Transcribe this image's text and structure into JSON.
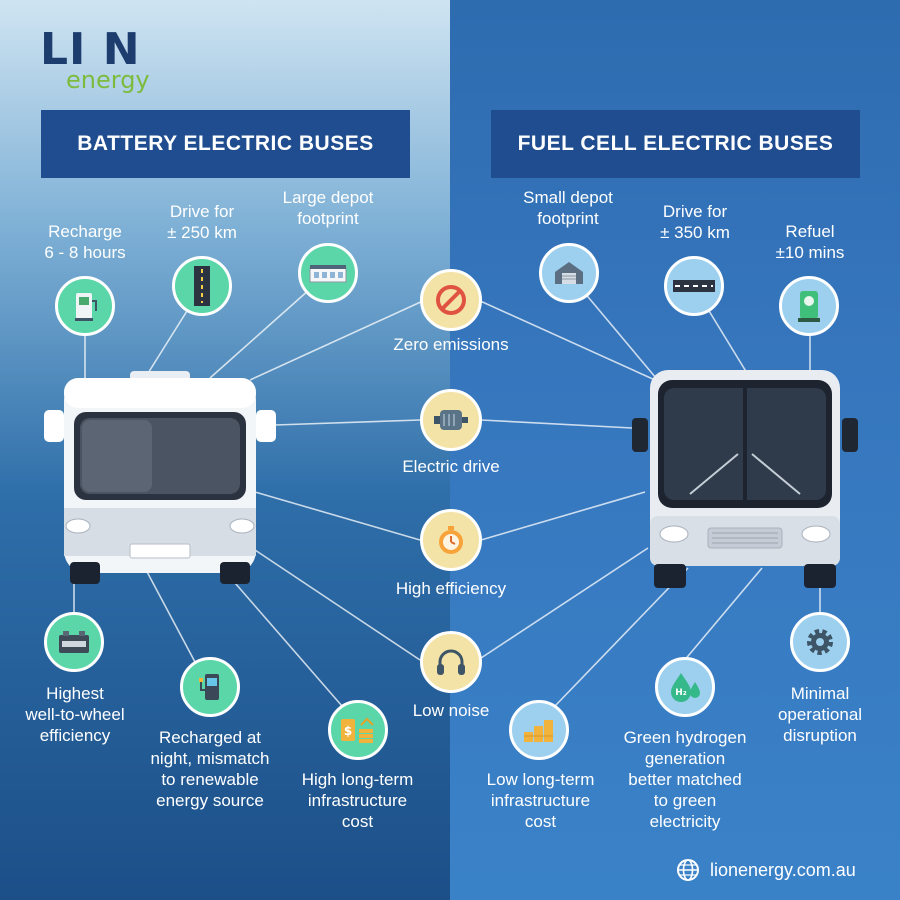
{
  "brand": {
    "line1": "LI N",
    "line2": "energy"
  },
  "left_title": "BATTERY ELECTRIC BUSES",
  "right_title": "FUEL CELL ELECTRIC BUSES",
  "left_top": {
    "recharge": "Recharge\n6 - 8 hours",
    "drive": "Drive for\n± 250 km",
    "depot": "Large depot\nfootprint"
  },
  "right_top": {
    "depot": "Small depot\nfootprint",
    "drive": "Drive for\n± 350 km",
    "refuel": "Refuel\n±10 mins"
  },
  "center": {
    "zero": "Zero emissions",
    "drive": "Electric drive",
    "efficiency": "High efficiency",
    "noise": "Low noise"
  },
  "left_bottom": {
    "wtw": "Highest\nwell-to-wheel\nefficiency",
    "night": "Recharged at\nnight, mismatch\nto renewable\nenergy source",
    "cost": "High long-term\ninfrastructure\ncost"
  },
  "right_bottom": {
    "cost": "Low long-term\ninfrastructure\ncost",
    "hydrogen": "Green hydrogen\ngeneration\nbetter matched\nto green\nelectricity",
    "disruption": "Minimal\noperational\ndisruption"
  },
  "h2_symbol": "H₂",
  "website": "lionenergy.com.au",
  "colors": {
    "banner": "#1f4d8f",
    "green_icon": "#5ad6a9",
    "yellow_icon": "#f4e3a6",
    "blue_icon": "#9dd0ee",
    "logo_green": "#7dbb3e",
    "logo_navy": "#1d3d6e"
  }
}
